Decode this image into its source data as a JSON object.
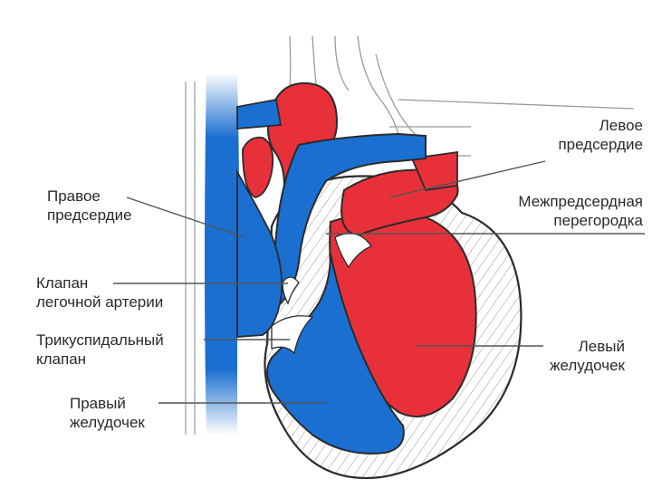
{
  "labels": {
    "left_atrium": {
      "line1": "Левое",
      "line2": "предсердие"
    },
    "interatrial_septum": {
      "line1": "Межпредсердная",
      "line2": "перегородка"
    },
    "left_ventricle": {
      "line1": "Левый",
      "line2": "желудочек"
    },
    "right_atrium": {
      "line1": "Правое",
      "line2": "предсердие"
    },
    "pulmonary_valve": {
      "line1": "Клапан",
      "line2": "легочной артерии"
    },
    "tricuspid_valve": {
      "line1": "Трикуспидальный",
      "line2": "клапан"
    },
    "right_ventricle": {
      "line1": "Правый",
      "line2": "желудочек"
    }
  },
  "colors": {
    "oxygenated": "#e8303b",
    "deoxygenated": "#1a6fd1",
    "outline": "#2b2b2b",
    "muscle_hatch": "#8a8a8a",
    "leader": "#555555"
  }
}
